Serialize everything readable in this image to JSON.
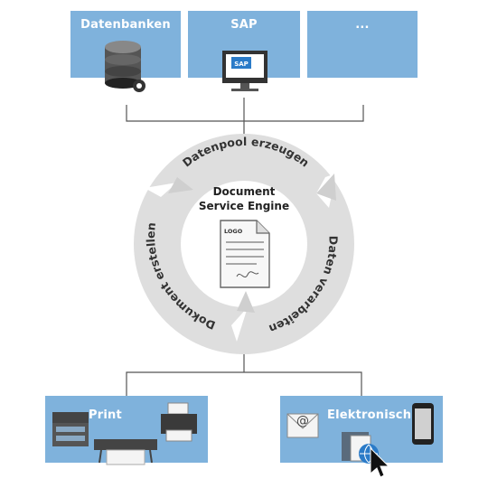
{
  "sources": [
    {
      "label": "Datenbanken",
      "icon": "database-gear-icon"
    },
    {
      "label": "SAP",
      "icon": "monitor-icon",
      "screen_text": "SAP"
    },
    {
      "label": "...",
      "icon": ""
    }
  ],
  "cycle": {
    "steps": [
      "Datenpool erzeugen",
      "Daten verarbeiten",
      "Dokument erstellen"
    ],
    "center_title_line1": "Document",
    "center_title_line2": "Service Engine",
    "document_logo": "LOGO"
  },
  "outputs": [
    {
      "label": "Print",
      "icons": [
        "copier-icon",
        "large-format-printer-icon",
        "desktop-printer-icon"
      ]
    },
    {
      "label": "Elektronisch",
      "icons": [
        "email-envelope-icon",
        "document-globe-icon",
        "cursor-icon",
        "smartphone-icon"
      ]
    }
  ],
  "colors": {
    "box": "#7fb2dc",
    "ring": "#dcdcdc",
    "text_dark": "#333333",
    "connector": "#555555"
  }
}
